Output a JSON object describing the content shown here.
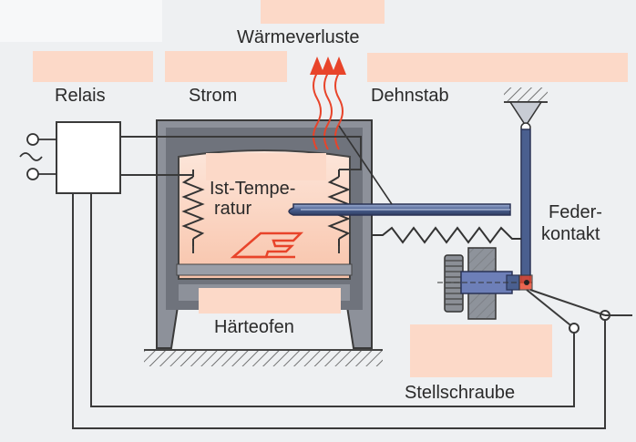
{
  "labels": {
    "waermeverluste": "Wärmeverluste",
    "relais": "Relais",
    "strom": "Strom",
    "dehnstab": "Dehnstab",
    "ist_temperatur_1": "Ist-Tempe-",
    "ist_temperatur_2": "ratur",
    "federkontakt_1": "Feder-",
    "federkontakt_2": "kontakt",
    "haerteofen": "Härteofen",
    "stellschraube": "Stellschraube"
  },
  "colors": {
    "answer_blank": "#fcd9c8",
    "heat_arrow": "#e8442a",
    "wire": "#3a3a3a",
    "furnace_frame": "#7d818a",
    "furnace_chamber": "#fbd3bf",
    "dehnstab_rod": "#4a5f8f",
    "screw": "#6d7fb8"
  },
  "icons": {
    "ac_source": "ac-tilde-icon",
    "workpiece": "workpiece-symbol-icon"
  }
}
